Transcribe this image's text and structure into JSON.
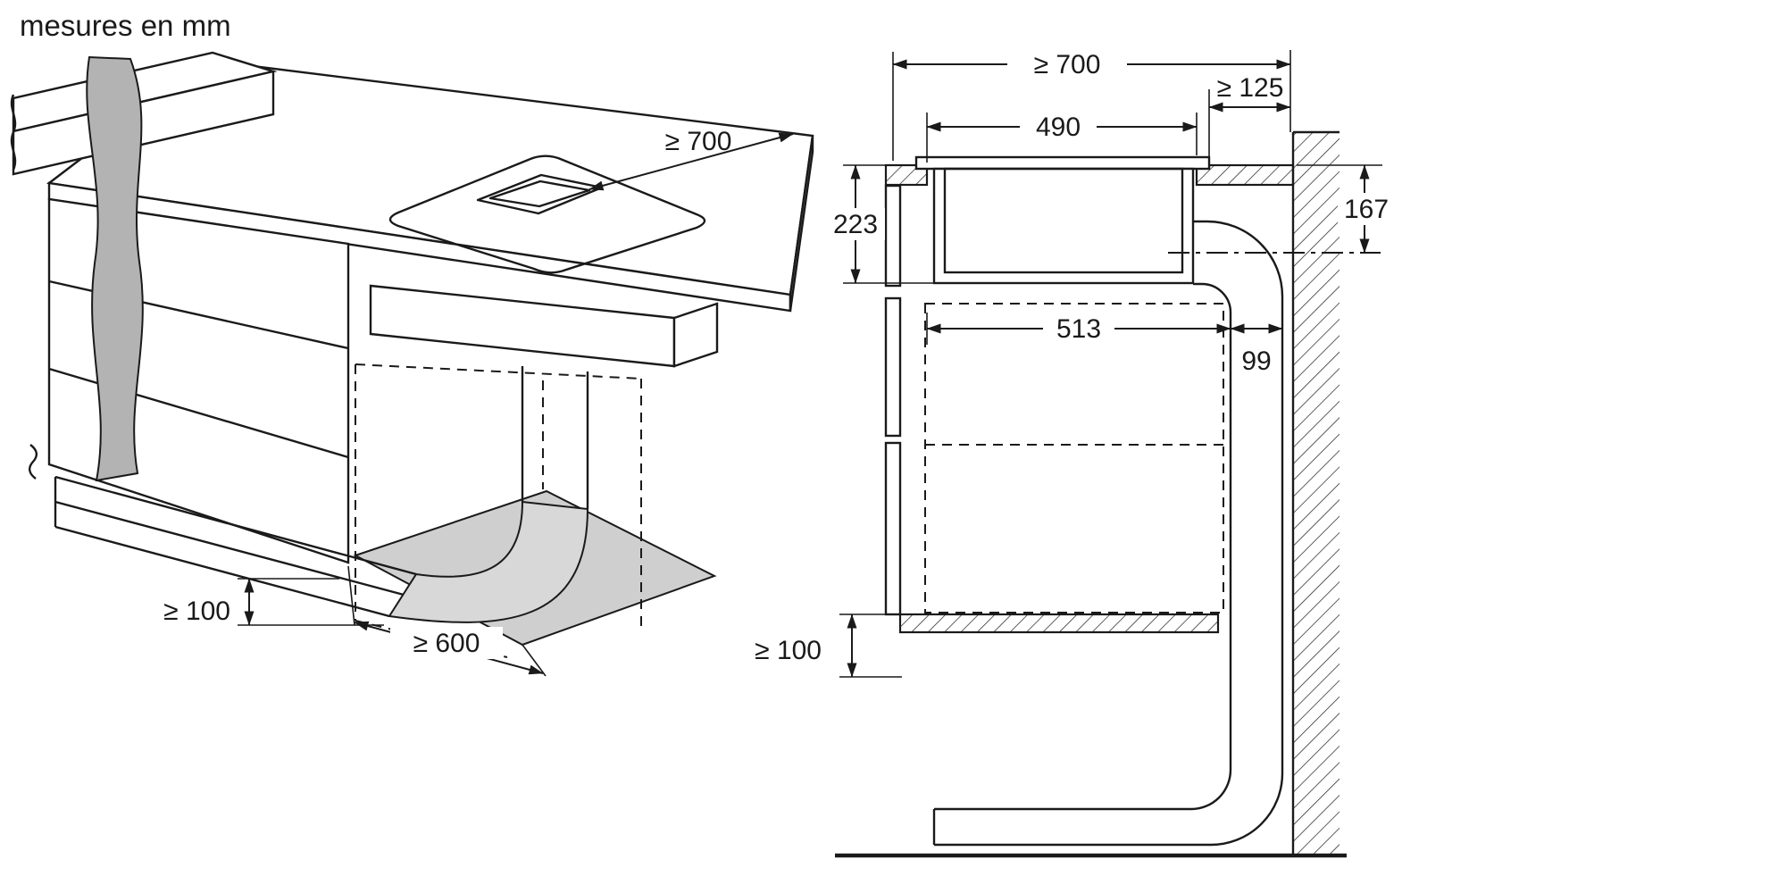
{
  "title": "mesures en mm",
  "iso": {
    "depth": "≥ 700",
    "plinth": "≥ 100",
    "width": "≥ 600"
  },
  "section": {
    "total_width": "≥ 700",
    "wall_clearance": "≥ 125",
    "cutout_width": "490",
    "height_left": "223",
    "height_right": "167",
    "inner_width": "513",
    "duct_width": "99",
    "bottom_clearance": "≥ 100"
  },
  "colors": {
    "line": "#1a1a1a",
    "cut_band_gray": "#b3b3b3",
    "floor_panel_gray": "#cfcfcf",
    "duct_gray": "#d8d8d8"
  }
}
